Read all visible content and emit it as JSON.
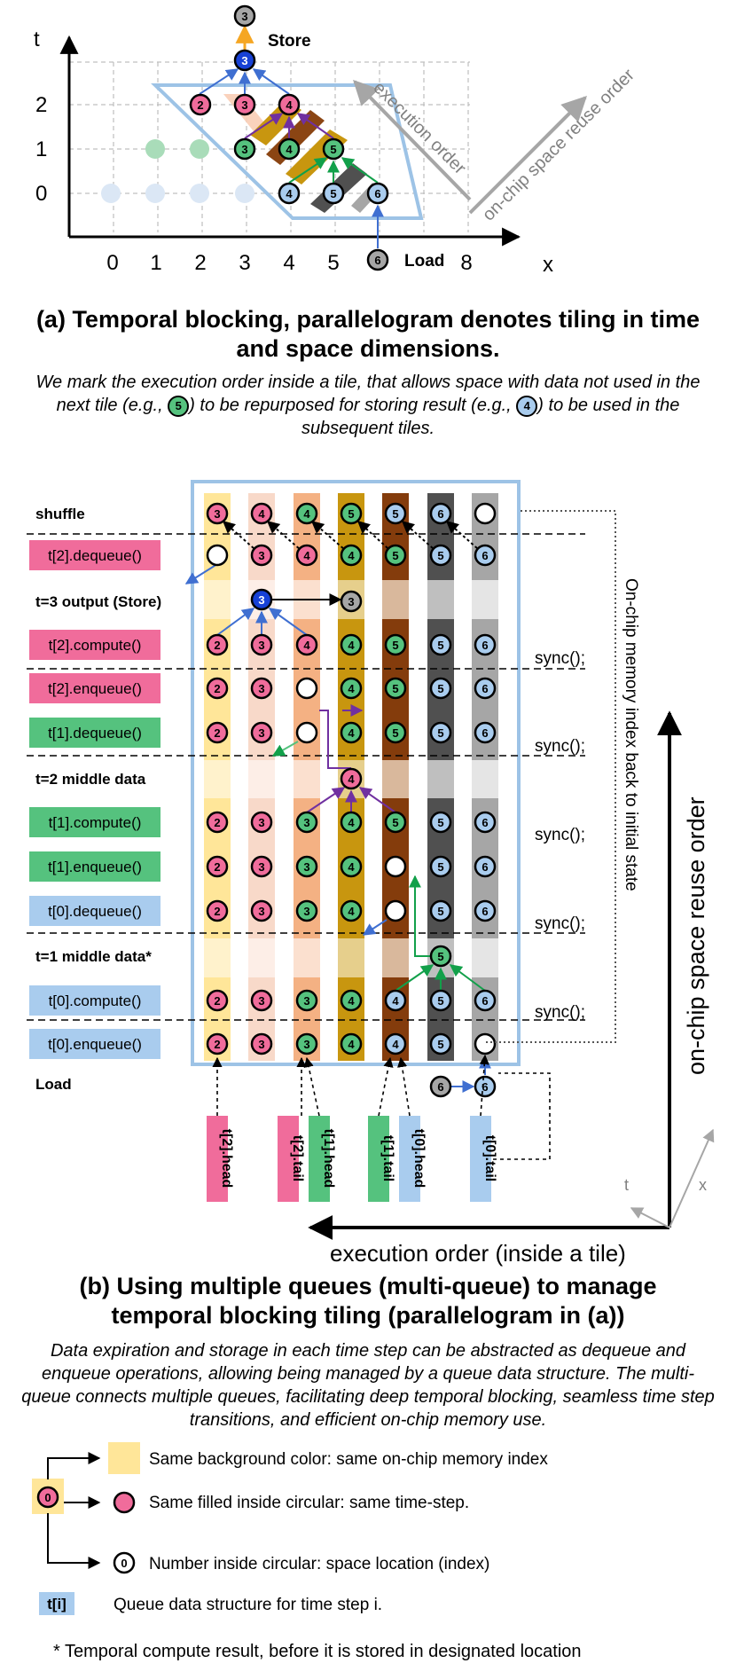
{
  "part_a": {
    "t_axis_label": "t",
    "x_axis_label": "x",
    "t_ticks": [
      "0",
      "1",
      "2"
    ],
    "x_ticks": [
      "0",
      "1",
      "2",
      "3",
      "4",
      "5",
      "8"
    ],
    "store_label": "Store",
    "load_label": "Load",
    "execution_order_label": "execution order",
    "reuse_order_label": "on-chip space reuse order",
    "title": "(a) Temporal blocking, parallelogram denotes tiling in time and space dimensions.",
    "caption_pre": "We mark the execution order inside a tile, that allows space with data not used in the next tile (e.g., ",
    "caption_mid": ") to be repurposed for storing result (e.g., ",
    "caption_post": ") to be used in the subsequent tiles.",
    "caption_ex1": "5",
    "caption_ex2": "4"
  },
  "part_b": {
    "row_labels": [
      "shuffle",
      "t[2].dequeue()",
      "t=3 output (Store)",
      "t[2].compute()",
      "t[2].enqueue()",
      "t[1].dequeue()",
      "t=2 middle data",
      "t[1].compute()",
      "t[1].enqueue()",
      "t[0].dequeue()",
      "t=1 middle data*",
      "t[0].compute()",
      "t[0].enqueue()",
      "Load"
    ],
    "sync_label": "sync();",
    "right_label": "On-chip memory index  back to initial state",
    "pointers": [
      "t[2].head",
      "t[2].tail",
      "t[1].head",
      "t[1].tail",
      "t[0].head",
      "t[0].tail"
    ],
    "reuse_axis_label": "on-chip space reuse order",
    "execution_axis_label": "execution order (inside a tile)",
    "t_label": "t",
    "x_label": "x",
    "title": "(b) Using multiple queues (multi-queue) to manage temporal blocking tiling (parallelogram in (a))",
    "caption": "Data expiration and storage in each time step can be abstracted as dequeue and enqueue operations, allowing being managed by a queue data structure. The multi-queue connects multiple queues, facilitating deep temporal blocking, seamless time step transitions, and efficient on-chip memory use."
  },
  "legend": {
    "bg_item": "Same background color: same on-chip memory index",
    "fill_item": "Same filled inside circular: same time-step.",
    "number_item": "Number inside circular: space location (index)",
    "queue_badge": "t[i]",
    "queue_item": "Queue data structure for time step i.",
    "footnote": "* Temporal compute result, before it is stored in designated location"
  },
  "colors": {
    "pink_t2": "#f06c9b",
    "green_t1": "#55c27e",
    "blue_t0": "#a9ccee",
    "output_blue": "#1741d6",
    "gray_load": "#a6a6a6",
    "tile_outline": "#9dc3e6",
    "arrow_blue": "#3f6fd1",
    "arrow_purple": "#7030a0",
    "arrow_green": "#12a04a"
  }
}
